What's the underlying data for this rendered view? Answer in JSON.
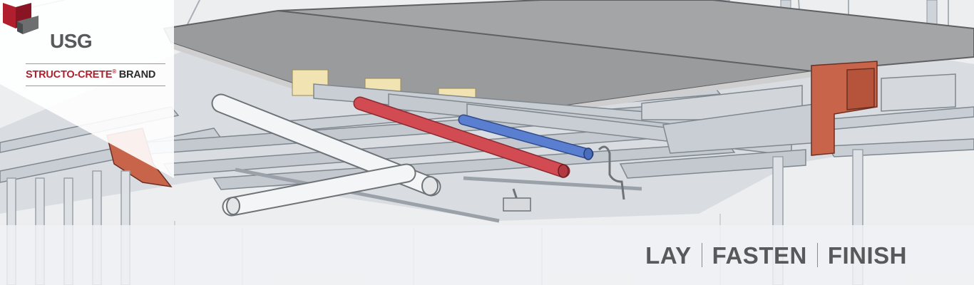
{
  "brand": {
    "logo_text": "USG",
    "product_name": "STRUCTO-CRETE",
    "registered_mark": "®",
    "product_suffix": "BRAND"
  },
  "tagline": {
    "words": [
      "LAY",
      "FASTEN",
      "FINISH"
    ]
  },
  "illustration": {
    "subject": "floor-assembly-cutaway",
    "colors": {
      "steel": "#c9ced4",
      "board": "#9a9b9d",
      "insulation": "#f2e3b3",
      "red_pipe": "#d24a52",
      "blue_pipe": "#5b7fd0",
      "white_pipe": "#f4f5f6",
      "rim_bracket": "#c8644a"
    }
  },
  "colors": {
    "brand_red": "#b11f2e",
    "logo_gray": "#59595b",
    "tagline_gray": "#58595b"
  }
}
